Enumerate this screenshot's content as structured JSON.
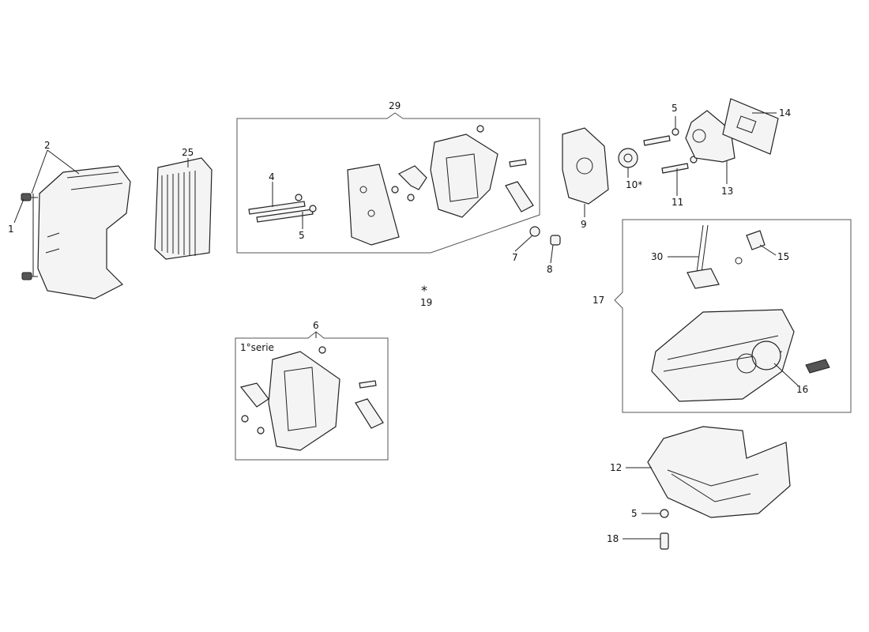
{
  "diagram": {
    "title": "Exploded parts diagram - air filter, carburetor, fuel tank",
    "callouts": {
      "p1": "1",
      "p2": "2",
      "p25": "25",
      "p29": "29",
      "p4": "4",
      "p5a": "5",
      "p6": "6",
      "series": "1°serie",
      "p7": "7",
      "p8": "8",
      "p9": "9",
      "p5b": "5",
      "p10": "10*",
      "p11": "11",
      "p13": "13",
      "p14": "14",
      "p30": "30",
      "p15": "15",
      "p17": "17",
      "p16": "16",
      "p12": "12",
      "p5c": "5",
      "p18": "18",
      "p19": "19",
      "star": "*"
    }
  }
}
